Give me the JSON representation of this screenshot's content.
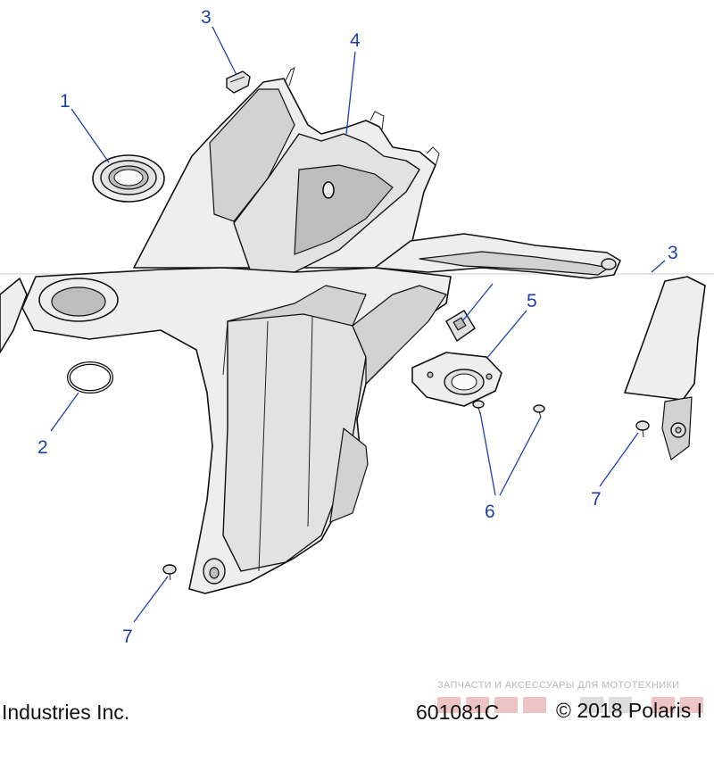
{
  "diagram": {
    "callouts": [
      "1",
      "2",
      "3",
      "3",
      "4",
      "5",
      "6",
      "7",
      "7"
    ]
  },
  "footer": {
    "left_text": "Industries Inc.",
    "figure_code": "601081C",
    "copyright": "© 2018 Polaris I"
  },
  "watermark": {
    "text": "ЗАПЧАСТИ И АКСЕССУАРЫ ДЛЯ МОТОТЕХНИКИ"
  },
  "colors": {
    "callout": "#1f3fa8",
    "line_art": "#111111",
    "part_fill": "#eeeeee"
  }
}
